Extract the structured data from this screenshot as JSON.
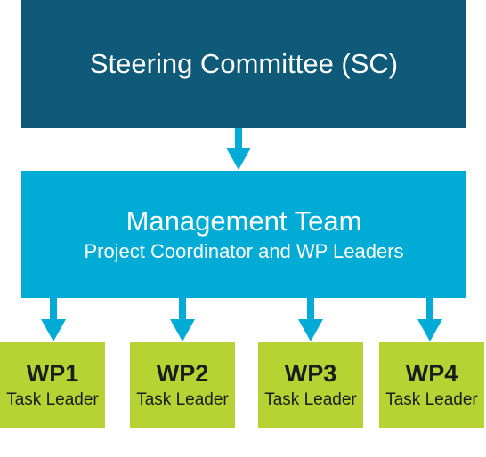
{
  "steering_committee": {
    "title": "Steering Committee (SC)"
  },
  "management_team": {
    "title": "Management Team",
    "subtitle": "Project Coordinator and WP Leaders"
  },
  "work_packages": [
    {
      "title": "WP1",
      "subtitle": "Task Leader"
    },
    {
      "title": "WP2",
      "subtitle": "Task Leader"
    },
    {
      "title": "WP3",
      "subtitle": "Task Leader"
    },
    {
      "title": "WP4",
      "subtitle": "Task Leader"
    }
  ],
  "colors": {
    "steering": "#0f5a79",
    "management": "#00acd5",
    "work_package": "#b6d333",
    "arrow": "#00acd5"
  }
}
